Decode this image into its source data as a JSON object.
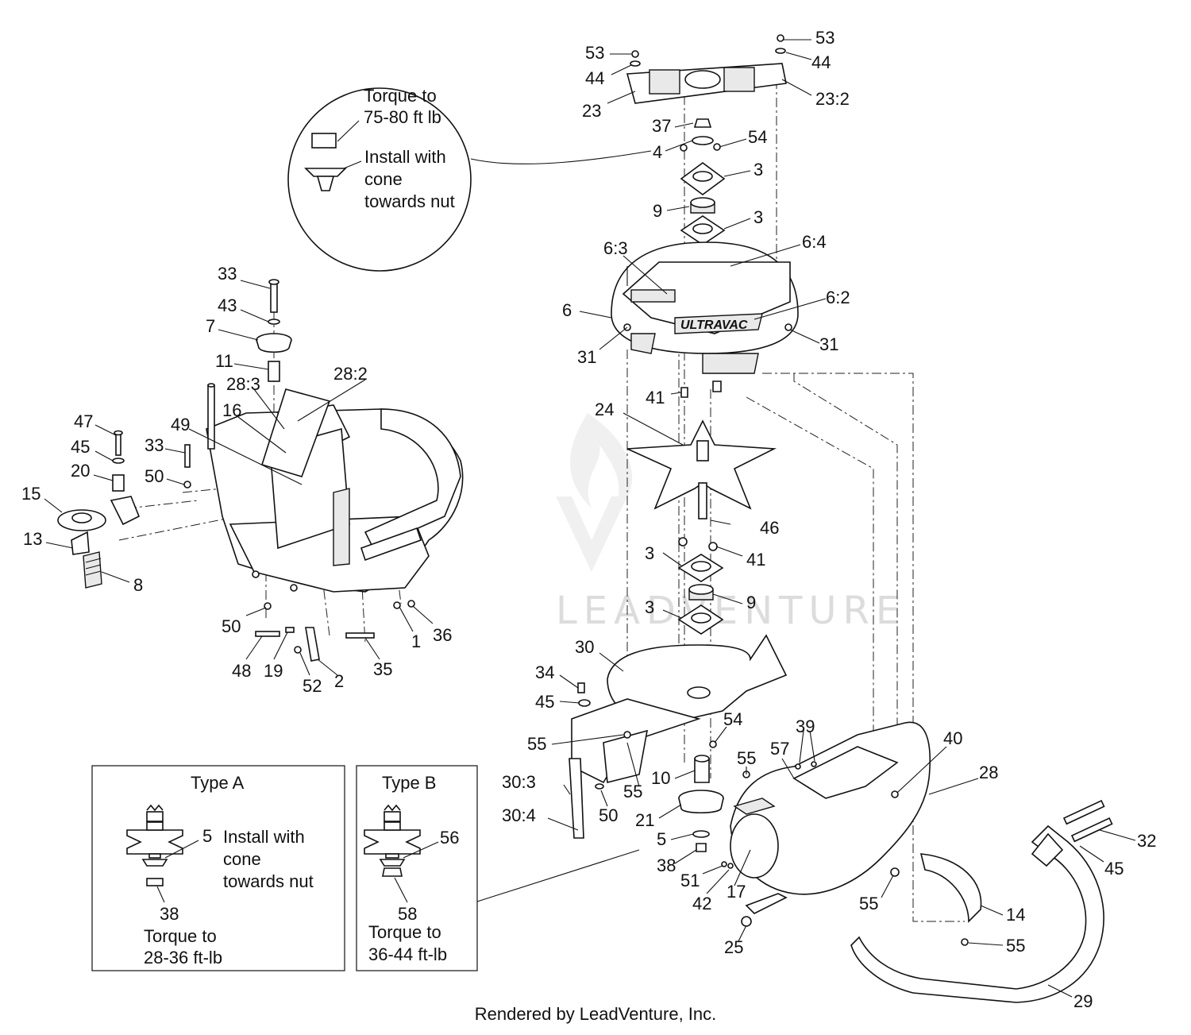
{
  "footer": "Rendered by LeadVenture, Inc.",
  "watermark": "LEADVENTURE",
  "brand_on_part": "ULTRAVAC",
  "callout_note": {
    "torque_line1": "Torque to",
    "torque_line2": "75-80 ft lb",
    "install_line1": "Install with",
    "install_line2": "cone",
    "install_line3": "towards nut"
  },
  "type_a": {
    "title": "Type A",
    "part_5": "5",
    "install_line1": "Install with",
    "install_line2": "cone",
    "install_line3": "towards nut",
    "part_38": "38",
    "torque_line1": "Torque to",
    "torque_line2": "28-36 ft-lb"
  },
  "type_b": {
    "title": "Type B",
    "part_56": "56",
    "part_58": "58",
    "torque_line1": "Torque to",
    "torque_line2": "36-44 ft-lb"
  },
  "callouts": [
    "53",
    "44",
    "53",
    "44",
    "23",
    "23:2",
    "37",
    "4",
    "54",
    "3",
    "9",
    "3",
    "6:3",
    "6:4",
    "6",
    "6:2",
    "31",
    "31",
    "41",
    "24",
    "46",
    "3",
    "41",
    "9",
    "3",
    "30",
    "34",
    "45",
    "54",
    "55",
    "39",
    "40",
    "28",
    "55",
    "57",
    "10",
    "30:3",
    "55",
    "50",
    "30:4",
    "21",
    "5",
    "38",
    "51",
    "42",
    "17",
    "55",
    "14",
    "55",
    "32",
    "45",
    "29",
    "25",
    "33",
    "43",
    "7",
    "11",
    "28:3",
    "28:2",
    "16",
    "49",
    "47",
    "45",
    "20",
    "33",
    "50",
    "15",
    "13",
    "8",
    "50",
    "1",
    "36",
    "48",
    "19",
    "52",
    "2",
    "35"
  ]
}
